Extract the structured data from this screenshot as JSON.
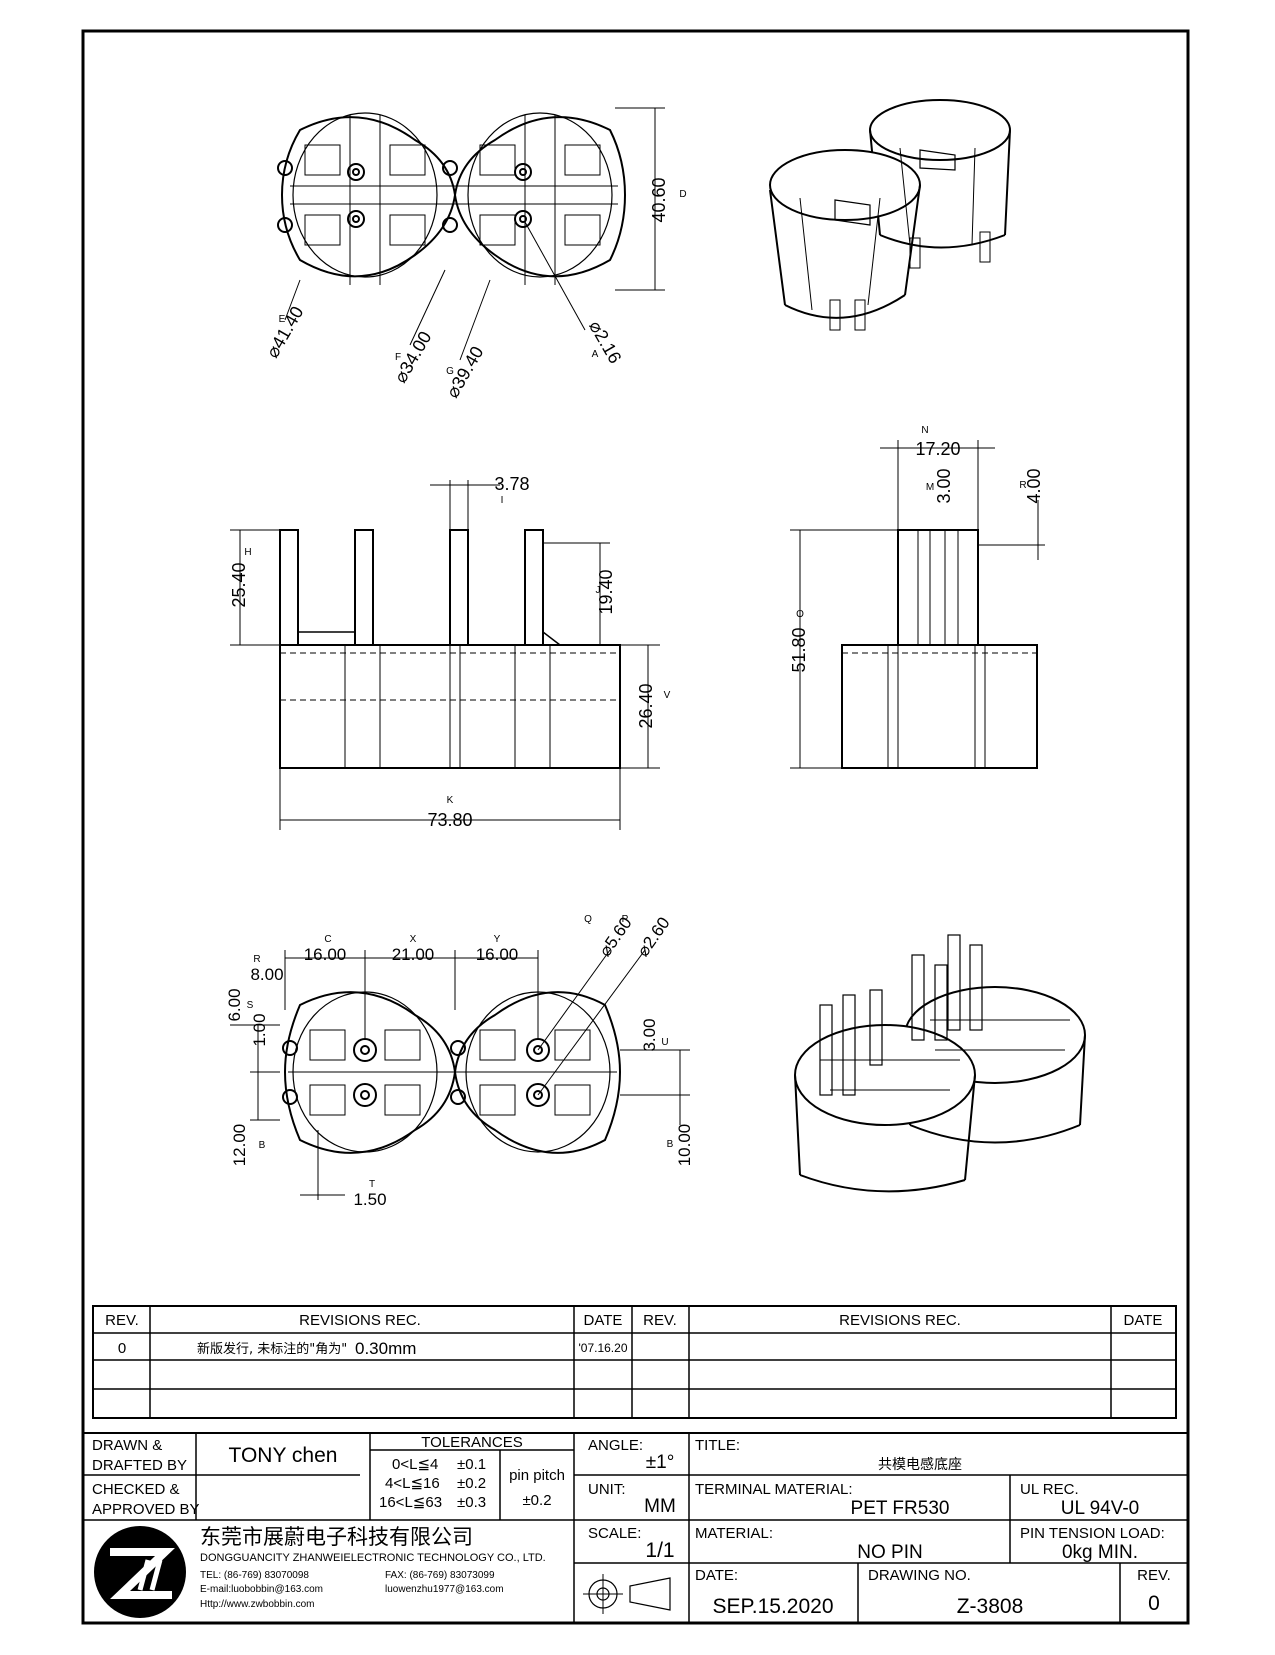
{
  "top_view": {
    "dims": {
      "height": "40.60",
      "outer_dia": "⌀41.40",
      "inner_dia": "⌀34.00",
      "mid_dia": "⌀39.40",
      "hole_dia": "⌀2.16"
    },
    "tags": {
      "height": "D",
      "outer_dia": "E",
      "inner_dia": "F",
      "mid_dia": "G",
      "hole_dia": "A"
    }
  },
  "front_view": {
    "dims": {
      "pin_width": "3.78",
      "pin_height_total": "25.40",
      "pin_height": "19.40",
      "body_height": "26.40",
      "total_width": "73.80"
    },
    "tags": {
      "pin_width": "I",
      "pin_height_total": "H",
      "pin_height": "J",
      "body_height": "V",
      "total_width": "K"
    }
  },
  "side_view": {
    "dims": {
      "width": "17.20",
      "slot": "3.00",
      "slot2": "4.00",
      "total_height": "51.80"
    },
    "tags": {
      "width": "N",
      "slot": "M",
      "slot2": "R",
      "total_height": "O"
    }
  },
  "bottom_view": {
    "dims": {
      "d1": "16.00",
      "d2": "21.00",
      "d3": "16.00",
      "d4": "8.00",
      "d5": "6.00",
      "d6": "1.00",
      "d7": "12.00",
      "d8": "1.50",
      "d9": "3.00",
      "d10": "10.00",
      "d11": "⌀5.60",
      "d12": "⌀2.60"
    },
    "tags": {
      "d1": "C",
      "d2": "X",
      "d3": "Y",
      "d4": "R",
      "d5": "S",
      "d7": "B",
      "d8": "T",
      "d9": "U",
      "d10": "B",
      "d11": "Q",
      "d12": "P"
    }
  },
  "revisions": {
    "headers": {
      "rev": "REV.",
      "rec": "REVISIONS   REC.",
      "date": "DATE"
    },
    "rows": [
      {
        "rev": "0",
        "rec_cn": "新版发行, 未标注的\"角为\"",
        "rec_val": "0.30mm",
        "date": "'07.16.20"
      }
    ]
  },
  "title_block": {
    "drawn_label": "DRAWN &\nDRAFTED BY",
    "drawn_l1": "DRAWN &",
    "drawn_l2": "DRAFTED BY",
    "checked_l1": "CHECKED &",
    "checked_l2": "APPROVED BY",
    "drawn_name": "TONY chen",
    "tolerances_label": "TOLERANCES",
    "tol_rows": [
      {
        "range": "0<L≦4",
        "val": "±0.1"
      },
      {
        "range": "4<L≦16",
        "val": "±0.2"
      },
      {
        "range": "16<L≦63",
        "val": "±0.3"
      }
    ],
    "pin_pitch_label": "pin pitch",
    "pin_pitch_val": "±0.2",
    "angle_label": "ANGLE:",
    "angle_val": "±1°",
    "unit_label": "UNIT:",
    "unit_val": "MM",
    "scale_label": "SCALE:",
    "scale_val": "1/1",
    "title_label": "TITLE:",
    "title_val": "共模电感底座",
    "terminal_label": "TERMINAL MATERIAL:",
    "terminal_val": "PET FR530",
    "ul_label": "UL REC.",
    "ul_val": "UL 94V-0",
    "material_label": "MATERIAL:",
    "material_val": "NO PIN",
    "pin_tension_label": "PIN TENSION LOAD:",
    "pin_tension_val": "0kg MIN.",
    "date_label": "DATE:",
    "date_val": "SEP.15.2020",
    "drawing_no_label": "DRAWING NO.",
    "drawing_no_val": "Z-3808",
    "rev_label": "REV.",
    "rev_val": "0",
    "company_cn": "东莞市展蔚电子科技有限公司",
    "company_en": "DONGGUANCITY ZHANWEIELECTRONIC TECHNOLOGY CO., LTD.",
    "tel": "TEL: (86-769) 83070098",
    "fax": "FAX: (86-769) 83073099",
    "email1": "E-mail:luobobbin@163.com",
    "email2": "luowenzhu1977@163.com",
    "web": "Http://www.zwbobbin.com"
  }
}
